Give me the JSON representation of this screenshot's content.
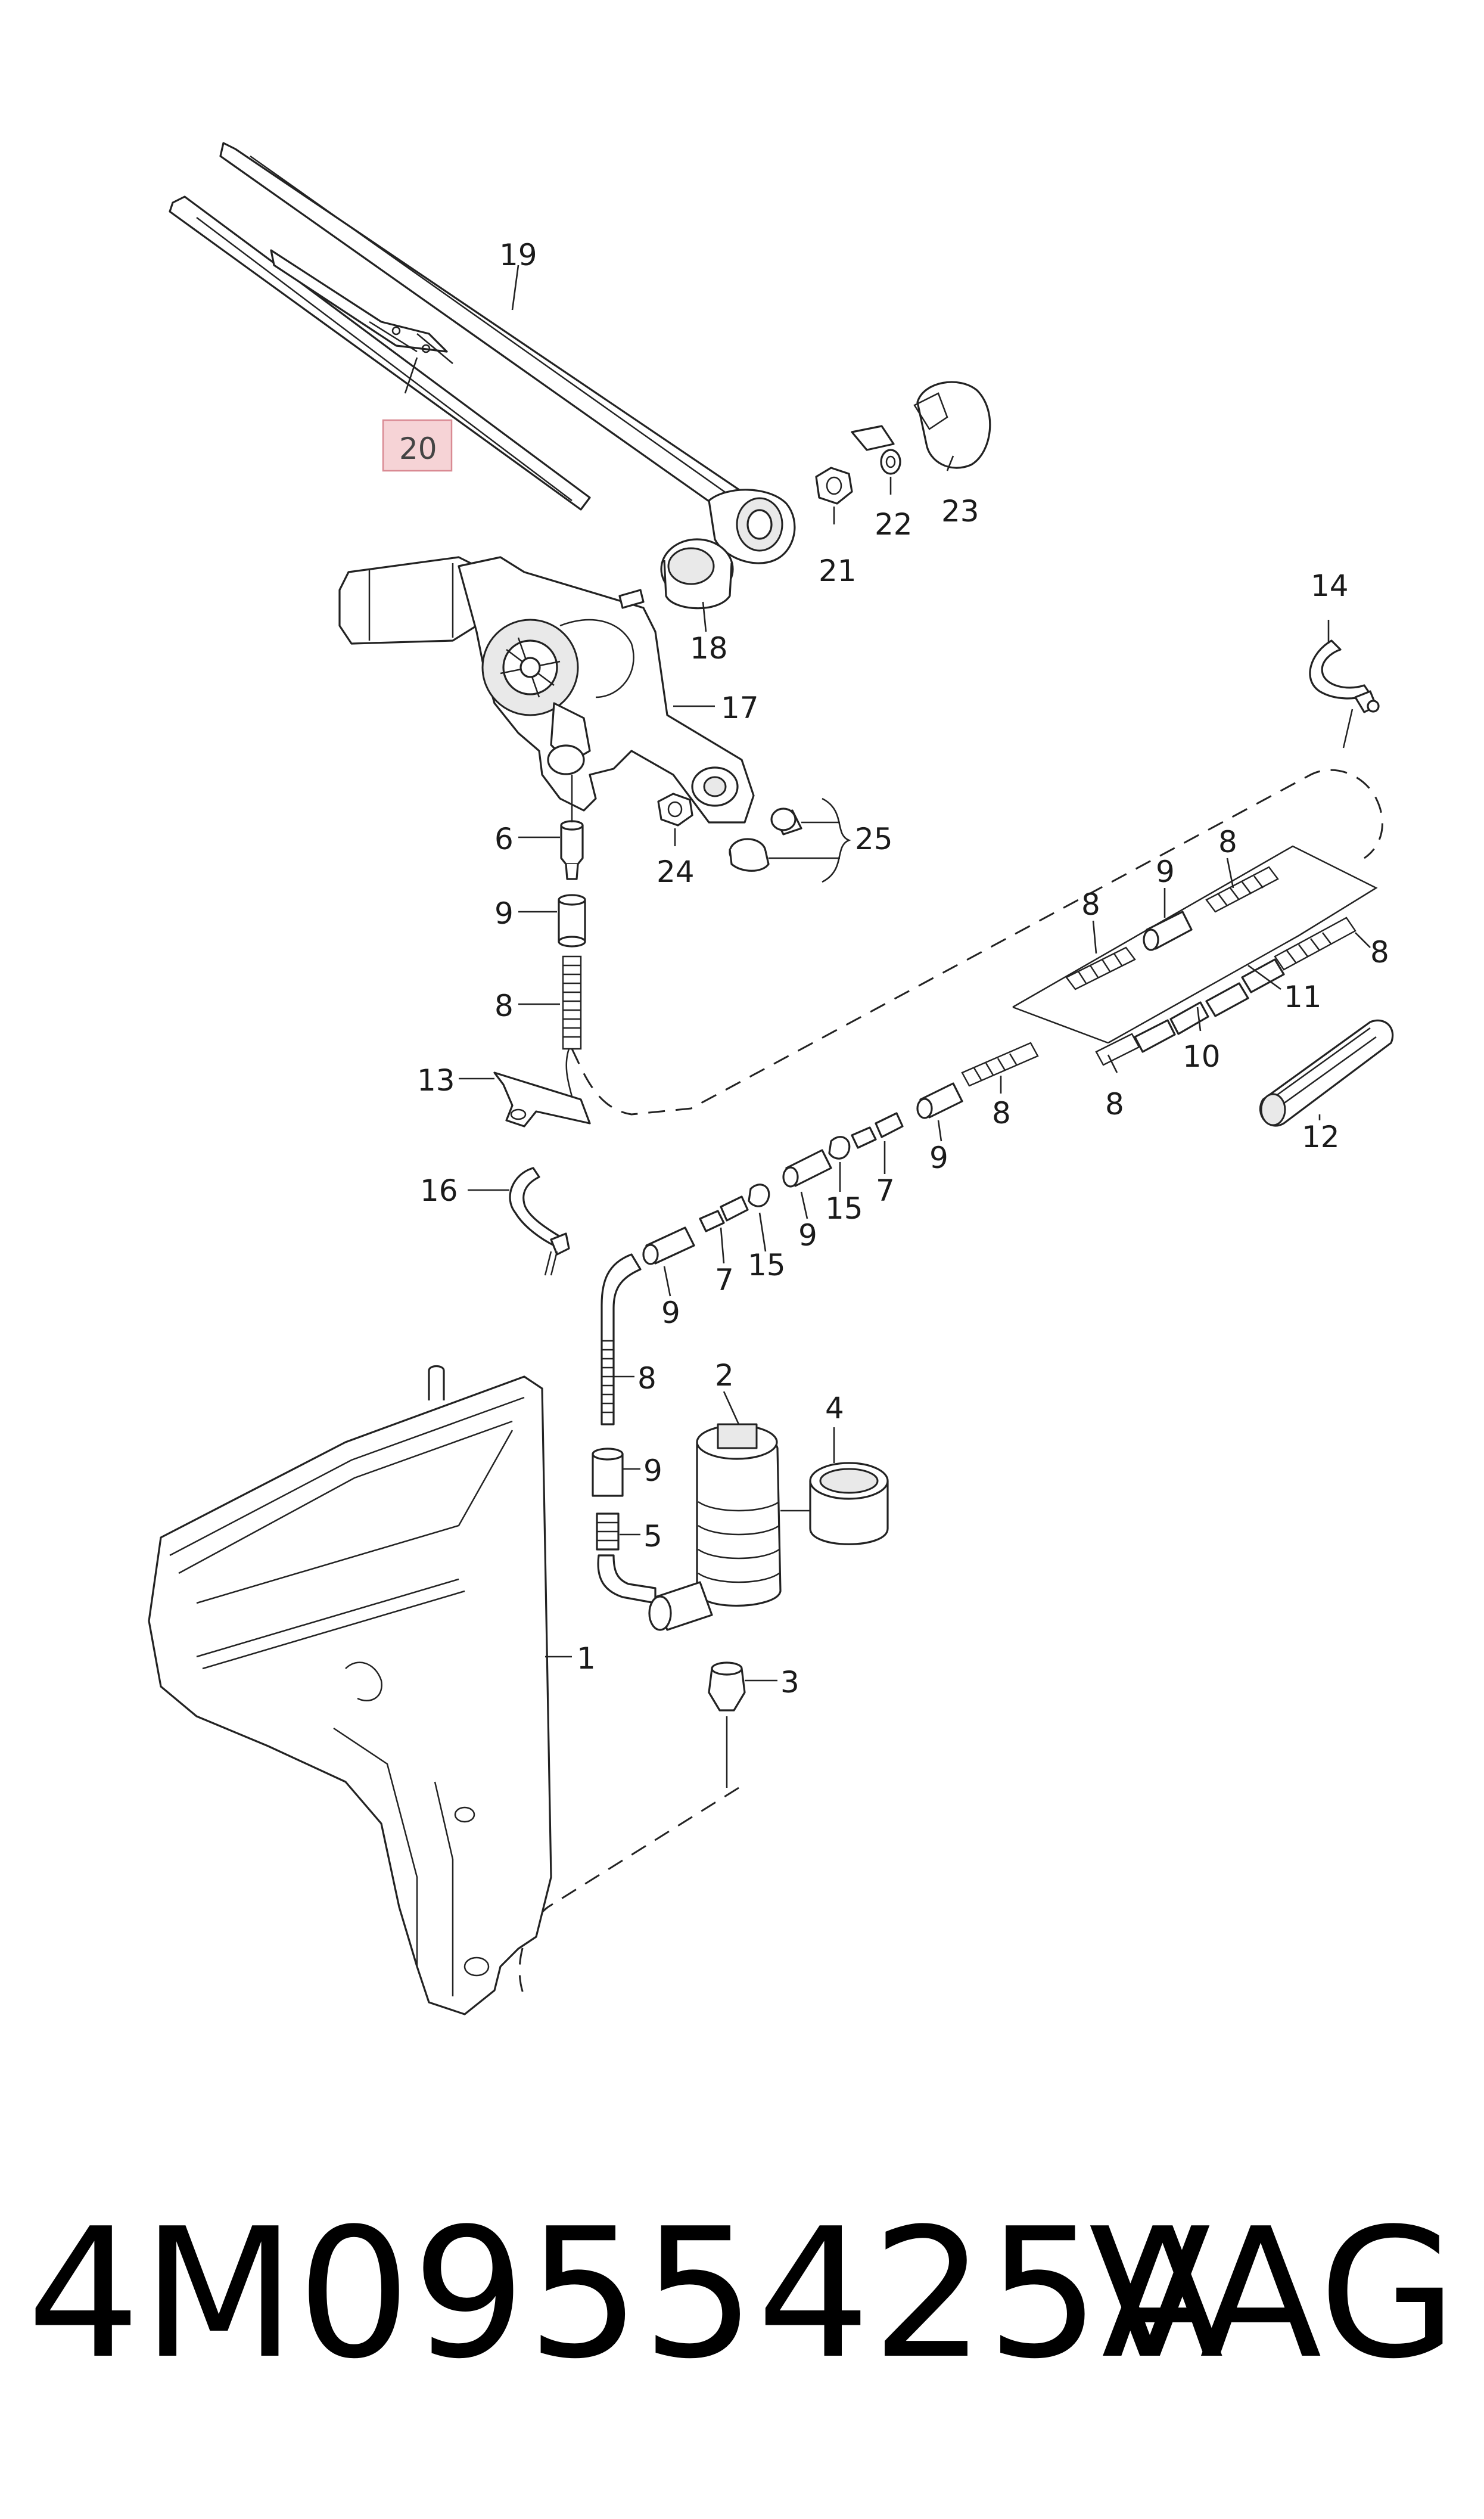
{
  "diagram": {
    "callouts": [
      {
        "id": "c19",
        "label": "19"
      },
      {
        "id": "c20",
        "label": "20",
        "highlighted": true
      },
      {
        "id": "c23",
        "label": "23"
      },
      {
        "id": "c22",
        "label": "22"
      },
      {
        "id": "c21",
        "label": "21"
      },
      {
        "id": "c18",
        "label": "18"
      },
      {
        "id": "c14",
        "label": "14"
      },
      {
        "id": "c17",
        "label": "17"
      },
      {
        "id": "c6",
        "label": "6"
      },
      {
        "id": "c24",
        "label": "24"
      },
      {
        "id": "c25",
        "label": "25"
      },
      {
        "id": "c9a",
        "label": "9"
      },
      {
        "id": "c8a",
        "label": "8"
      },
      {
        "id": "c13",
        "label": "13"
      },
      {
        "id": "c8b",
        "label": "8"
      },
      {
        "id": "c9b",
        "label": "9"
      },
      {
        "id": "c8c",
        "label": "8"
      },
      {
        "id": "c8d",
        "label": "8"
      },
      {
        "id": "c11",
        "label": "11"
      },
      {
        "id": "c10",
        "label": "10"
      },
      {
        "id": "c8e",
        "label": "8"
      },
      {
        "id": "c12",
        "label": "12"
      },
      {
        "id": "c8f",
        "label": "8"
      },
      {
        "id": "c9c",
        "label": "9"
      },
      {
        "id": "c7a",
        "label": "7"
      },
      {
        "id": "c15a",
        "label": "15"
      },
      {
        "id": "c16",
        "label": "16"
      },
      {
        "id": "c9d",
        "label": "9"
      },
      {
        "id": "c15b",
        "label": "15"
      },
      {
        "id": "c7b",
        "label": "7"
      },
      {
        "id": "c9e",
        "label": "9"
      },
      {
        "id": "c8g",
        "label": "8"
      },
      {
        "id": "c2",
        "label": "2"
      },
      {
        "id": "c4",
        "label": "4"
      },
      {
        "id": "c9f",
        "label": "9"
      },
      {
        "id": "c5",
        "label": "5"
      },
      {
        "id": "c1",
        "label": "1"
      },
      {
        "id": "c3",
        "label": "3"
      }
    ],
    "highlight_color": "#f6d3d6",
    "highlight_border": "#d98a93"
  },
  "footer": {
    "part_number": "4M0955425A",
    "brand": "VAG"
  }
}
